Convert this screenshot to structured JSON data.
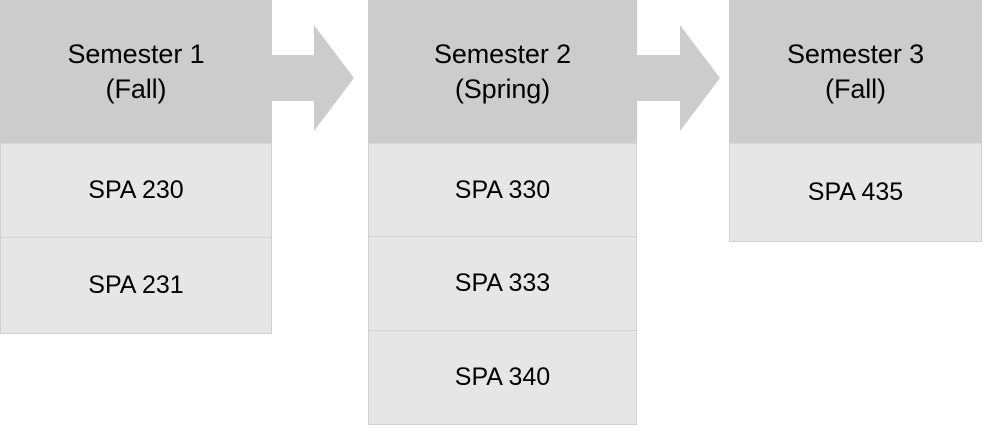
{
  "diagram": {
    "title_visible": false,
    "background_color": "#ffffff",
    "header_color": "#cccccc",
    "cell_color": "#e6e6e6",
    "cell_border_color": "#d2d2d2",
    "arrow_color": "#cccccc",
    "text_color": "#000000"
  },
  "columns": [
    {
      "id": "semester-1",
      "header_line1": "Semester 1",
      "header_line2": "(Fall)",
      "courses": [
        {
          "code": "SPA 230"
        },
        {
          "code": "SPA 231"
        }
      ]
    },
    {
      "id": "semester-2",
      "header_line1": "Semester 2",
      "header_line2": "(Spring)",
      "courses": [
        {
          "code": "SPA 330"
        },
        {
          "code": "SPA 333"
        },
        {
          "code": "SPA 340"
        }
      ]
    },
    {
      "id": "semester-3",
      "header_line1": "Semester 3",
      "header_line2": "(Fall)",
      "courses": [
        {
          "code": "SPA 435"
        }
      ]
    }
  ],
  "arrows": [
    {
      "id": "arrow-semester-1-to-2",
      "from": "semester-1",
      "to": "semester-2",
      "direction": "right"
    },
    {
      "id": "arrow-semester-2-to-3",
      "from": "semester-2",
      "to": "semester-3",
      "direction": "right"
    }
  ]
}
